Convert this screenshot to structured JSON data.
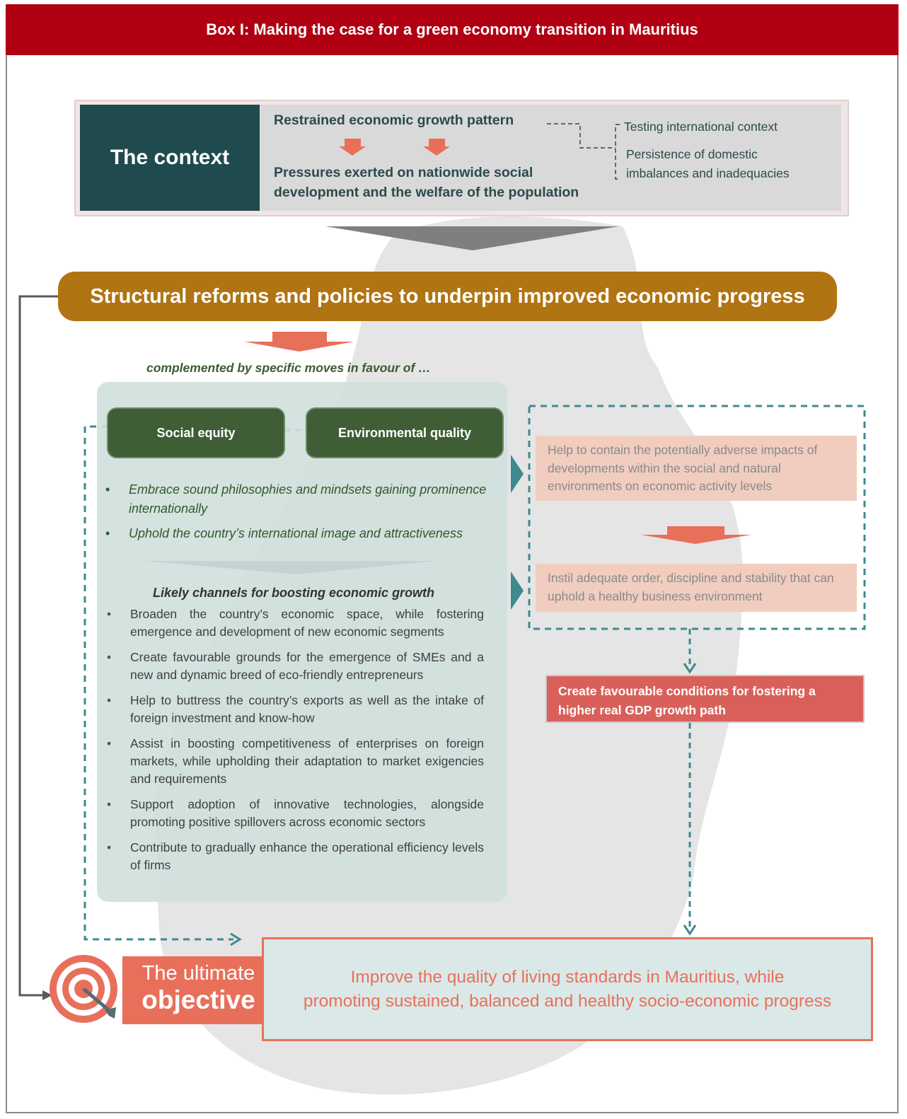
{
  "header": {
    "title": "Box I: Making the case for a green economy transition in Mauritius"
  },
  "context": {
    "label": "The context",
    "growth": "Restrained economic growth pattern",
    "pressures_line1": "Pressures exerted on nationwide social",
    "pressures_line2": "development and the welfare of the population",
    "side_1": "Testing international context",
    "side_2_line1": "Persistence of domestic",
    "side_2_line2": "imbalances and inadequacies"
  },
  "reforms": {
    "title": "Structural reforms and policies to underpin improved economic progress"
  },
  "complemented": "complemented by specific moves in favour of …",
  "pillars": {
    "social": "Social equity",
    "environmental": "Environmental quality"
  },
  "moves": [
    "Embrace sound philosophies and mindsets gaining prominence internationally",
    "Uphold the country’s  international image and attractiveness"
  ],
  "channels": {
    "title": "Likely channels for boosting  economic growth",
    "items": [
      "Broaden the country’s economic space, while fostering emergence and development of new economic segments",
      "Create favourable grounds for the emergence of SMEs and a new and dynamic breed of eco-friendly entrepreneurs",
      "Help to buttress the country’s exports as well as the intake of foreign investment and know-how",
      "Assist in boosting competitiveness of enterprises on foreign markets, while upholding their adaptation to market exigencies and requirements",
      "Support adoption of innovative technologies, alongside promoting positive spillovers across economic sectors",
      "Contribute to gradually enhance the operational efficiency levels of firms"
    ]
  },
  "effects": {
    "contain": "Help to contain the potentially adverse impacts of developments within the social and natural environments on economic activity levels",
    "instil": "Instil adequate order, discipline and stability that can uphold a healthy business environment"
  },
  "gdp": {
    "line1": "Create favourable conditions  for fostering a",
    "line2": "higher real GDP growth path"
  },
  "objective": {
    "label_line1": "The ultimate",
    "label_line2": "objective",
    "line1": "Improve  the quality of living standards in Mauritius, while",
    "line2": "promoting  sustained, balanced and healthy socio-economic  progress"
  },
  "colors": {
    "header_red": "#b00011",
    "context_teal": "#1f4b4e",
    "banner_gold": "#b07412",
    "pill_green": "#3f5e36",
    "arrow_orange": "#e8705a",
    "dash_teal": "#3f8a8e",
    "gdp_red": "#d9605a"
  },
  "icons": {
    "target": "target-icon"
  }
}
